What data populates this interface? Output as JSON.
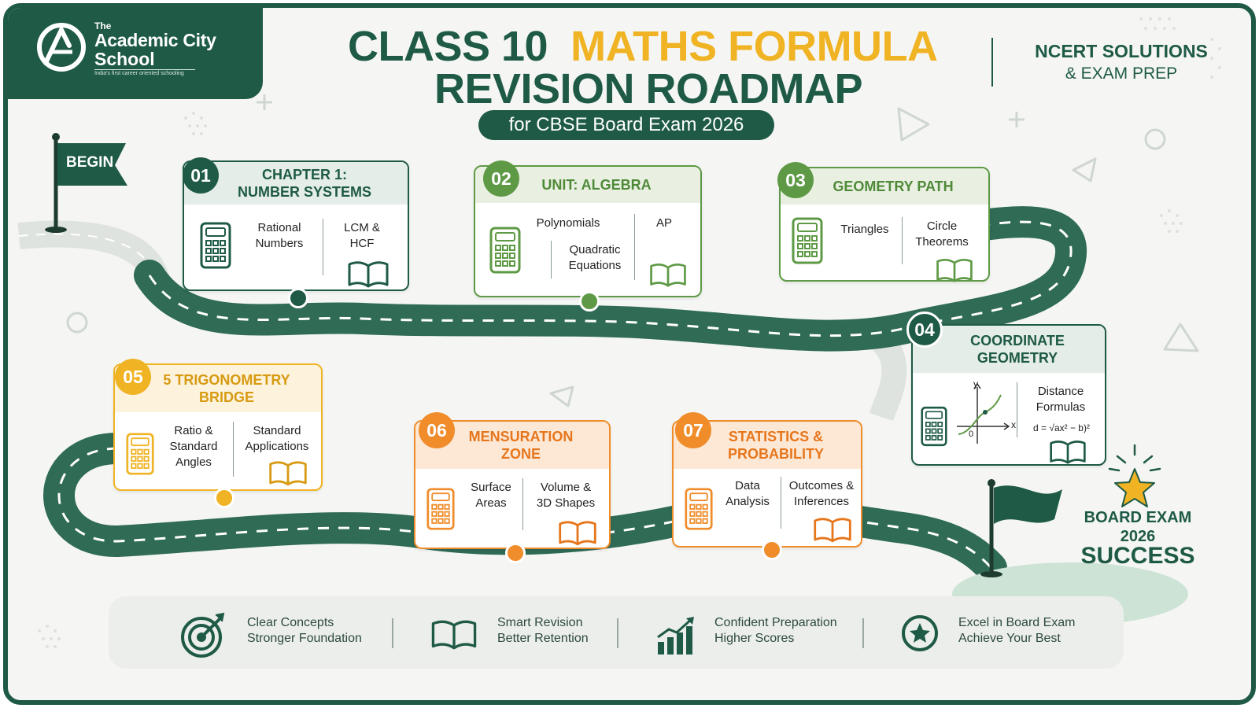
{
  "brand": {
    "the": "The",
    "name_line1": "Academic City",
    "name_line2": "School",
    "tagline": "India's first career oriented schooling"
  },
  "heading": {
    "title_part1": "CLASS 10",
    "title_accent": "MATHS FORMULA",
    "title_line2": "REVISION ROADMAP",
    "subtitle": "for CBSE Board Exam 2026",
    "side_line1": "NCERT SOLUTIONS",
    "side_line2": "& EXAM PREP"
  },
  "start_label": "BEGIN",
  "colors": {
    "primary": "#1e5a45",
    "light_green": "#5e9a45",
    "yellow": "#f0b323",
    "orange": "#f08c2a",
    "road": "#2f6b55"
  },
  "steps": [
    {
      "number": "01",
      "title_line1": "CHAPTER 1:",
      "title_line2": "NUMBER SYSTEMS",
      "items": [
        [
          "Rational",
          "Numbers"
        ],
        [
          "LCM &",
          "HCF"
        ]
      ]
    },
    {
      "number": "02",
      "title_line1": "UNIT:  ALGEBRA",
      "title_line2": "",
      "items": [
        [
          "Polynomials"
        ],
        [
          "Quadratic",
          "Equations"
        ],
        [
          "AP"
        ]
      ]
    },
    {
      "number": "03",
      "title_line1": "GEOMETRY PATH",
      "title_line2": "",
      "items": [
        [
          "Triangles"
        ],
        [
          "Circle",
          "Theorems"
        ]
      ]
    },
    {
      "number": "04",
      "title_line1": "COORDINATE",
      "title_line2": "GEOMETRY",
      "items": [
        [
          "Distance",
          "Formulas"
        ]
      ],
      "formula": "d = √ax² − b)²"
    },
    {
      "number": "05",
      "title_line1": "5 TRIGONOMETRY",
      "title_line2": "BRIDGE",
      "items": [
        [
          "Ratio &",
          "Standard",
          "Angles"
        ],
        [
          "Standard",
          "Applications"
        ]
      ]
    },
    {
      "number": "06",
      "title_line1": "MENSURATION",
      "title_line2": "ZONE",
      "items": [
        [
          "Surface",
          "Areas"
        ],
        [
          "Volume &",
          "3D Shapes"
        ]
      ]
    },
    {
      "number": "07",
      "title_line1": "STATISTICS &",
      "title_line2": "PROBABILITY",
      "items": [
        [
          "Data",
          "Analysis"
        ],
        [
          "Outcomes &",
          "Inferences"
        ]
      ]
    }
  ],
  "finish": {
    "line1": "BOARD EXAM",
    "line2": "2026",
    "line3": "SUCCESS"
  },
  "graph_labels": {
    "y": "y",
    "x": "x",
    "origin": "0"
  },
  "features": [
    {
      "icon": "target-icon",
      "line1": "Clear Concepts",
      "line2": "Stronger Foundation"
    },
    {
      "icon": "book-icon",
      "line1": "Smart Revision",
      "line2": "Better Retention"
    },
    {
      "icon": "growth-chart-icon",
      "line1": "Confident Preparation",
      "line2": "Higher Scores"
    },
    {
      "icon": "star-medal-icon",
      "line1": "Excel in Board Exam",
      "line2": "Achieve Your Best"
    }
  ]
}
